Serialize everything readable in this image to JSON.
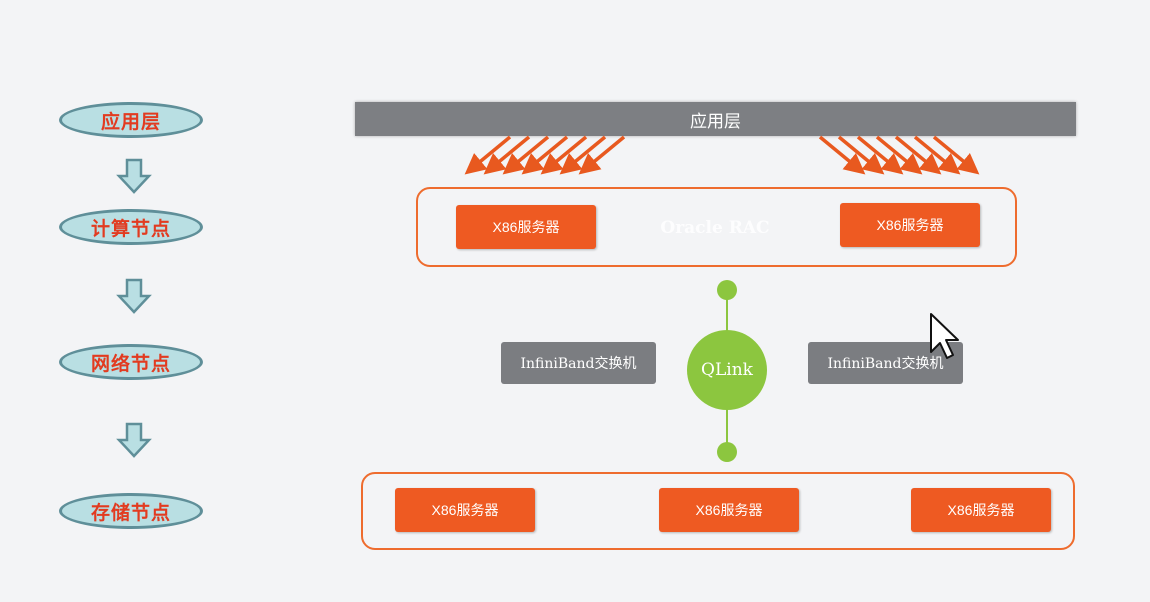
{
  "layers": [
    {
      "label": "应用层"
    },
    {
      "label": "计算节点"
    },
    {
      "label": "网络节点"
    },
    {
      "label": "存储节点"
    }
  ],
  "diagram": {
    "app_bar_label": "应用层",
    "compute": {
      "rac_label": "Oracle RAC",
      "servers": [
        "X86服务器",
        "X86服务器"
      ]
    },
    "network": {
      "switches": [
        "InfiniBand交换机",
        "InfiniBand交换机"
      ],
      "qlink_label": "QLink"
    },
    "storage": {
      "servers": [
        "X86服务器",
        "X86服务器",
        "X86服务器"
      ]
    }
  },
  "colors": {
    "accent_orange": "#ee5a22",
    "frame_orange": "#ee6c2e",
    "qlink_green": "#8cc63f",
    "switch_gray": "#7b7d81",
    "layer_fill": "#b9dfe3",
    "layer_text": "#e23b20"
  },
  "icons": [
    "down-arrow-icon",
    "mouse-cursor-icon"
  ]
}
